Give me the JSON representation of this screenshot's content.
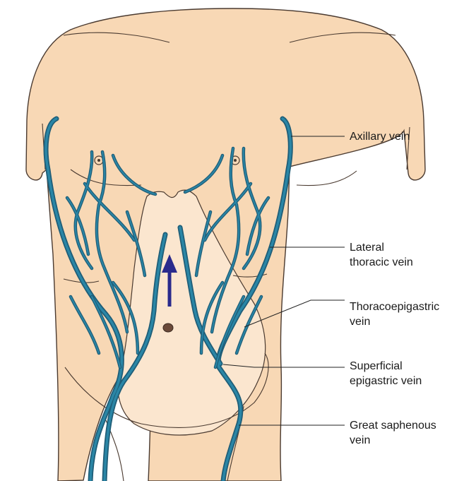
{
  "colors": {
    "skin": "#f8d8b5",
    "vein": "#2a86a6",
    "arrow": "#2a2a8c"
  },
  "labels": {
    "axillary": [
      "Axillary vein"
    ],
    "lateral_thoracic": [
      "Lateral",
      "thoracic vein"
    ],
    "thoracoepigastric": [
      "Thoracoepigastric",
      "vein"
    ],
    "superficial_epigastric": [
      "Superficial",
      "epigastric vein"
    ],
    "great_saphenous": [
      "Great saphenous",
      "vein"
    ]
  }
}
